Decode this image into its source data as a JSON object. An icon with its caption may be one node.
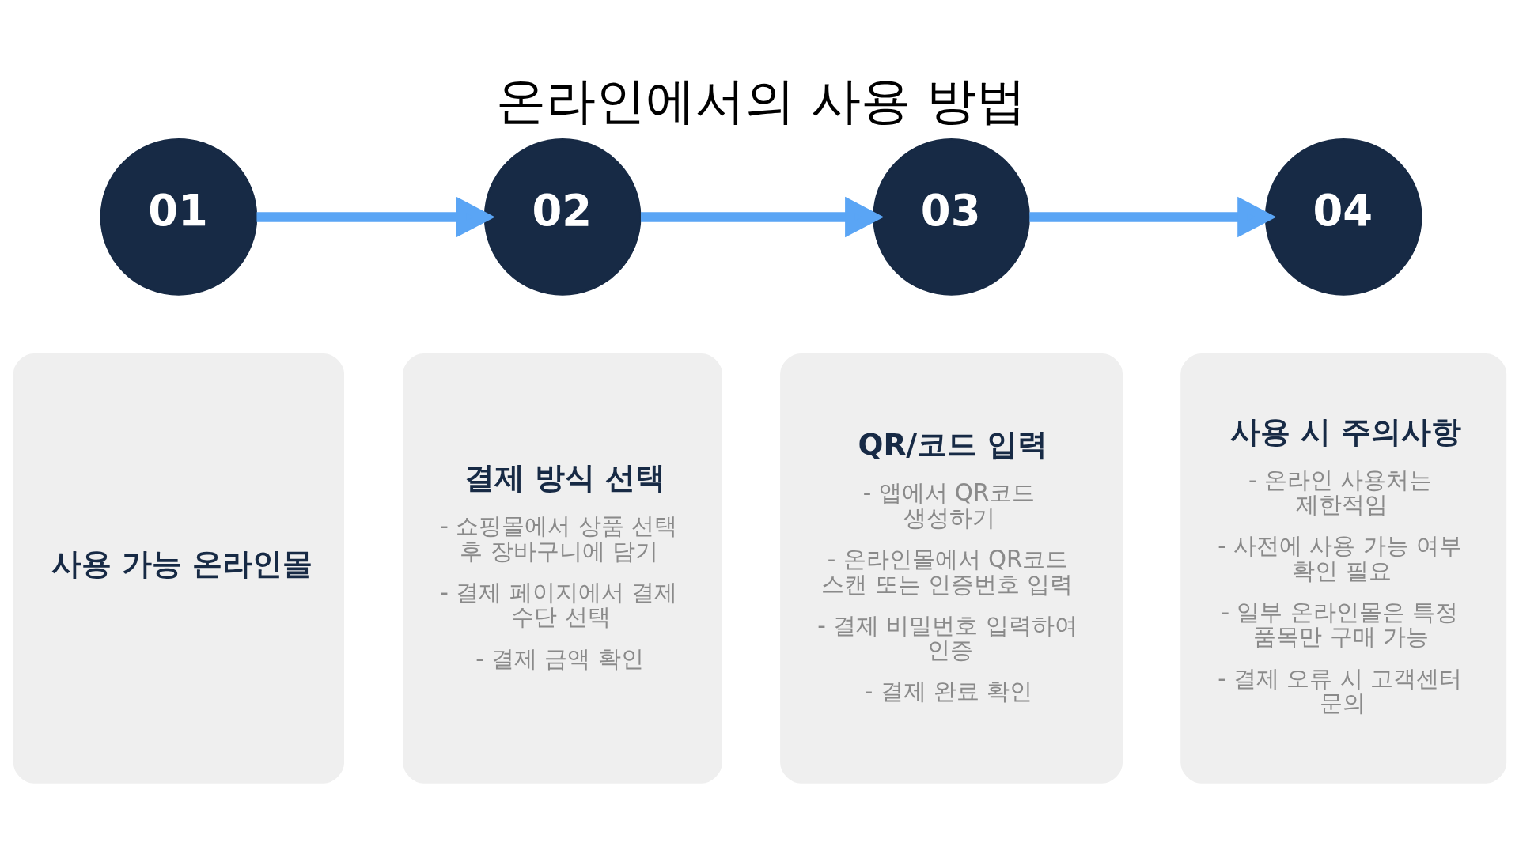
{
  "diagram": {
    "title": "온라인에서의 사용 방법",
    "nodes": [
      {
        "text": [
          "01"
        ]
      },
      {
        "text": [
          "02"
        ]
      },
      {
        "text": [
          "03"
        ]
      },
      {
        "text": [
          "04"
        ]
      },
      {
        "text": [
          "사용 가능 온라인몰"
        ]
      },
      {
        "text": [
          "결제 방식 선택",
          "- 쇼핑몰에서 상품 선택 후 장바구니에 담기",
          "- 결제 페이지에서 결제 수단 선택",
          "- 결제 금액 확인"
        ]
      },
      {
        "text": [
          "QR/코드 입력",
          "- 앱에서 QR코드 생성하기",
          "- 온라인몰에서 QR코드 스캔 또는 인증번호 입력",
          "- 결제 비밀번호 입력하여 인증",
          "- 결제 완료 확인"
        ]
      },
      {
        "text": [
          "사용 시 주의사항",
          "- 온라인 사용처는 제한적임",
          "- 사전에 사용 가능 여부 확인 필요",
          "- 일부 온라인몰은 특정 품목만 구매 가능",
          "- 결제 오류 시 고객센터 문의"
        ]
      }
    ],
    "edges": [
      {
        "from": 0,
        "to": 1,
        "arrow": "to"
      },
      {
        "from": 1,
        "to": 2,
        "arrow": "to"
      },
      {
        "from": 2,
        "to": 3,
        "arrow": "to"
      }
    ]
  }
}
